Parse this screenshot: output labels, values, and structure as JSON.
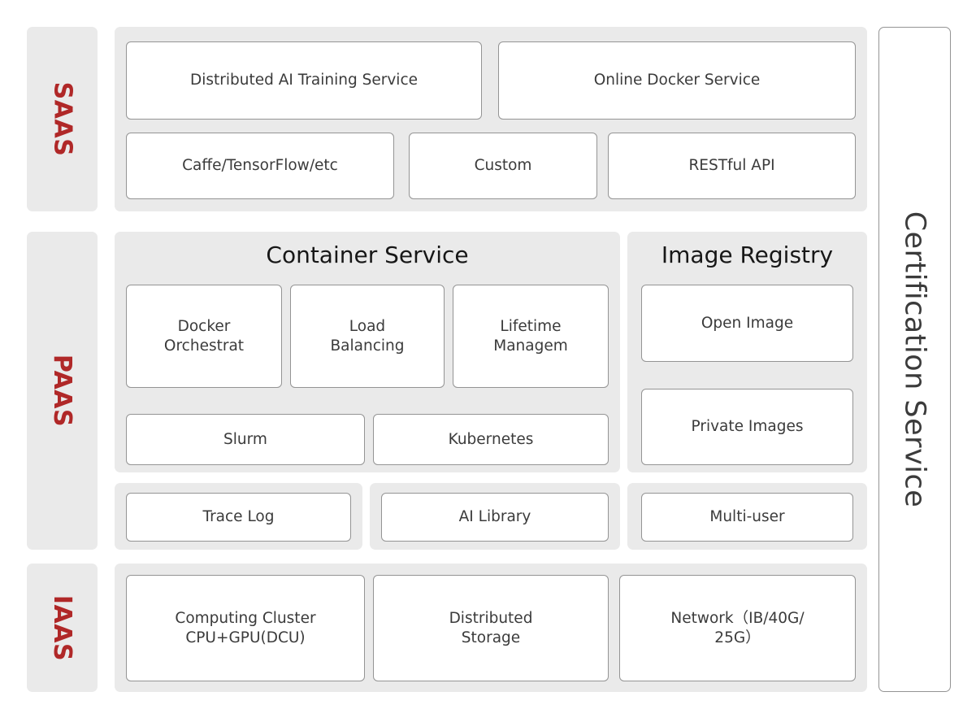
{
  "diagram": {
    "layers": [
      {
        "key": "saas",
        "label": "SAAS"
      },
      {
        "key": "paas",
        "label": "PAAS"
      },
      {
        "key": "iaas",
        "label": "IAAS"
      }
    ],
    "saas": {
      "row1": [
        {
          "label": "Distributed AI Training Service"
        },
        {
          "label": "Online Docker Service"
        }
      ],
      "row2": [
        {
          "label": "Caffe/TensorFlow/etc"
        },
        {
          "label": "Custom"
        },
        {
          "label": "RESTful API"
        }
      ]
    },
    "paas": {
      "container_service": {
        "title": "Container Service",
        "row1": [
          {
            "label": "Docker\nOrchestrat"
          },
          {
            "label": "Load\nBalancing"
          },
          {
            "label": "Lifetime\nManagem"
          }
        ],
        "row2": [
          {
            "label": "Slurm"
          },
          {
            "label": "Kubernetes"
          }
        ]
      },
      "image_registry": {
        "title": "Image Registry",
        "items": [
          {
            "label": "Open Image"
          },
          {
            "label": "Private Images"
          }
        ]
      },
      "support_row": [
        {
          "label": "Trace Log"
        },
        {
          "label": "AI Library"
        },
        {
          "label": "Multi-user"
        }
      ]
    },
    "iaas": {
      "items": [
        {
          "label": "Computing Cluster\nCPU+GPU(DCU)"
        },
        {
          "label": "Distributed\nStorage"
        },
        {
          "label": "Network（IB/40G/\n25G）"
        }
      ]
    },
    "certification": {
      "label": "Certification Service"
    },
    "colors": {
      "layer_label_text": "#b02828",
      "panel_background": "#eaeaea",
      "card_background": "#ffffff",
      "card_border": "#949494",
      "card_text": "#3b3b3b",
      "title_text": "#171717",
      "page_background": "#ffffff"
    }
  }
}
